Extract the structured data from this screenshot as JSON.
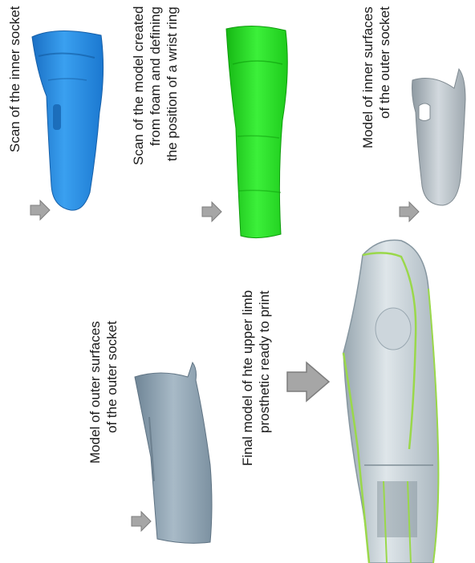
{
  "steps": [
    {
      "id": "inner-socket-scan",
      "lines": [
        "Scan of the inner socket"
      ],
      "color": "#2a8de0"
    },
    {
      "id": "foam-model-scan",
      "lines": [
        "Scan of the model created",
        "from foam and defining",
        "the position of a wrist ring"
      ],
      "color": "#2ee02a"
    },
    {
      "id": "inner-surfaces-model",
      "lines": [
        "Model of inner surfaces",
        "of the outer socket"
      ],
      "color": "#b7c1c8"
    },
    {
      "id": "outer-surfaces-model",
      "lines": [
        "Model of outer surfaces",
        "of the outer socket"
      ],
      "color": "#8fa4b3"
    },
    {
      "id": "final-model",
      "lines": [
        "Final model of hte upper limb",
        "prosthetic ready to print"
      ],
      "color": "#c5d0d6"
    }
  ],
  "colors": {
    "arrow": "#a6a6a6",
    "edge_highlight": "#9ad84a"
  }
}
